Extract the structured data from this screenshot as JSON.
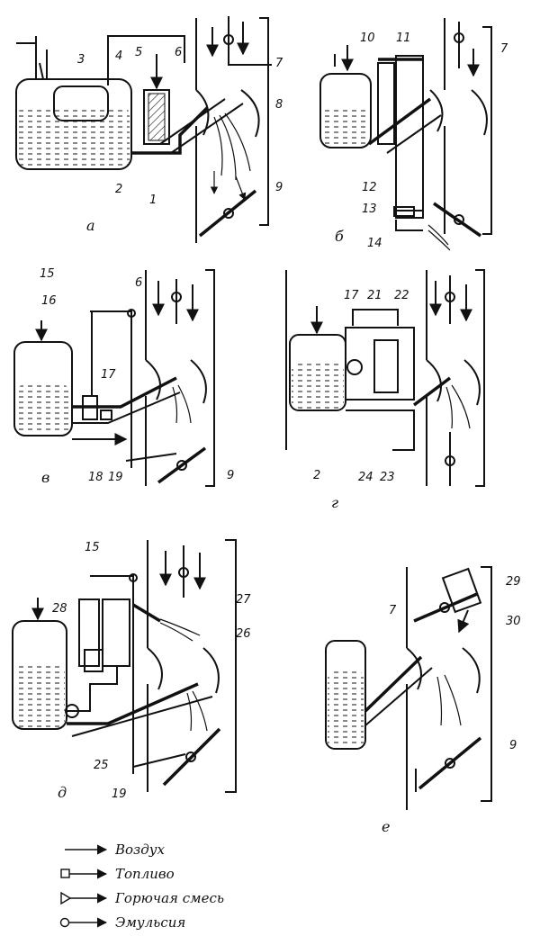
{
  "panels": [
    {
      "letter": "а",
      "labels": [
        "1",
        "2",
        "3",
        "4",
        "5",
        "6",
        "7",
        "8",
        "9"
      ]
    },
    {
      "letter": "б",
      "labels": [
        "7",
        "10",
        "11",
        "12",
        "13",
        "14"
      ]
    },
    {
      "letter": "в",
      "labels": [
        "6",
        "9",
        "15",
        "16",
        "17",
        "18",
        "19"
      ]
    },
    {
      "letter": "г",
      "labels": [
        "2",
        "17",
        "21",
        "22",
        "23",
        "24"
      ]
    },
    {
      "letter": "д",
      "labels": [
        "15",
        "19",
        "25",
        "26",
        "27",
        "28"
      ]
    },
    {
      "letter": "е",
      "labels": [
        "7",
        "9",
        "29",
        "30"
      ]
    }
  ],
  "legend": [
    {
      "marker": "arrow",
      "text": "Воздух"
    },
    {
      "marker": "square",
      "text": "Топливо"
    },
    {
      "marker": "triangle",
      "text": "Горючая смесь"
    },
    {
      "marker": "circle",
      "text": "Эмульсия"
    }
  ]
}
